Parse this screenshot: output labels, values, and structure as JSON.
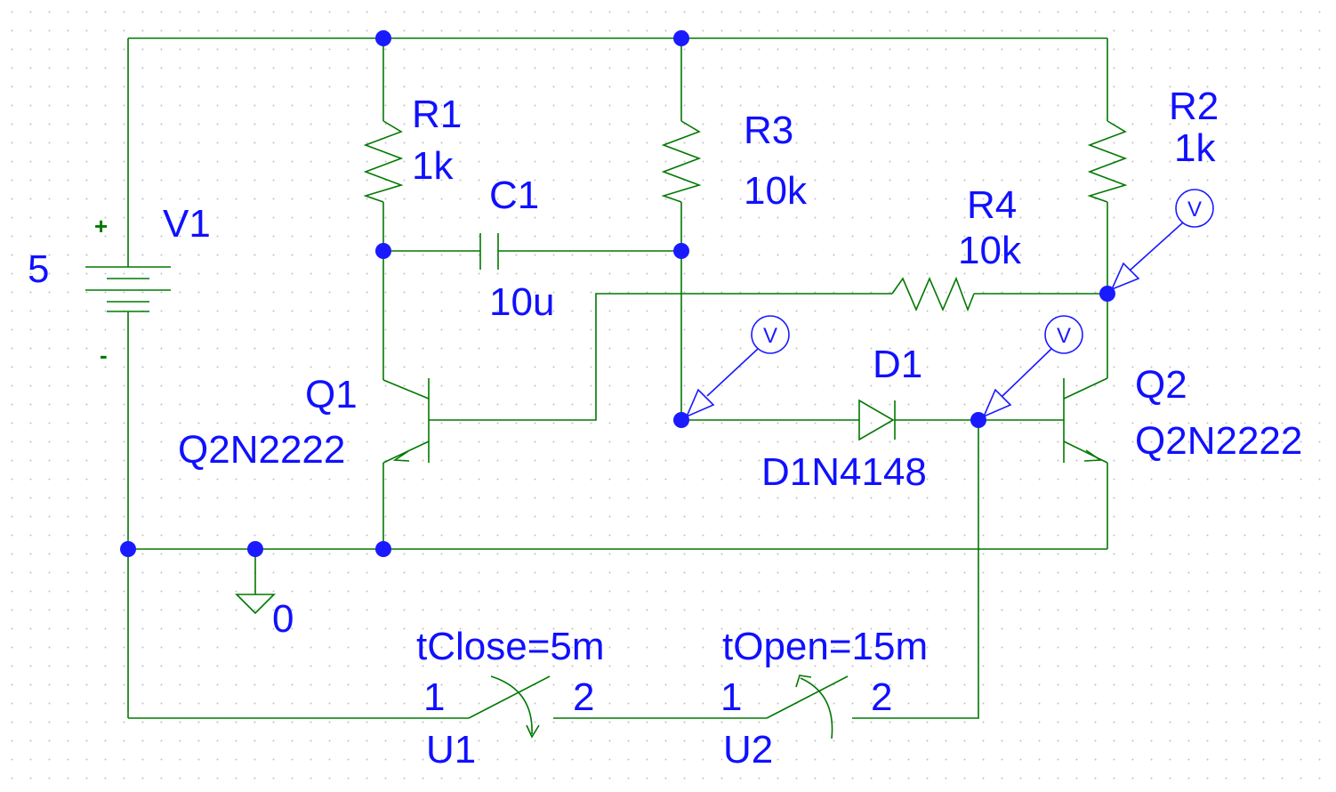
{
  "components": {
    "v1": {
      "name": "V1",
      "value": "5",
      "plus": "+",
      "minus": "-"
    },
    "r1": {
      "name": "R1",
      "value": "1k"
    },
    "r2": {
      "name": "R2",
      "value": "1k"
    },
    "r3": {
      "name": "R3",
      "value": "10k"
    },
    "r4": {
      "name": "R4",
      "value": "10k"
    },
    "c1": {
      "name": "C1",
      "value": "10u"
    },
    "d1": {
      "name": "D1",
      "model": "D1N4148"
    },
    "q1": {
      "name": "Q1",
      "model": "Q2N2222"
    },
    "q2": {
      "name": "Q2",
      "model": "Q2N2222"
    },
    "ground": {
      "label": "0"
    },
    "u1": {
      "name": "U1",
      "param": "tClose=5m",
      "pin1": "1",
      "pin2": "2"
    },
    "u2": {
      "name": "U2",
      "param": "tOpen=15m",
      "pin1": "1",
      "pin2": "2"
    }
  },
  "probes": {
    "label": "V"
  },
  "colors": {
    "wire": "#007800",
    "label": "#1010ff",
    "node": "#1a1aff",
    "probe": "#1a1aff"
  }
}
